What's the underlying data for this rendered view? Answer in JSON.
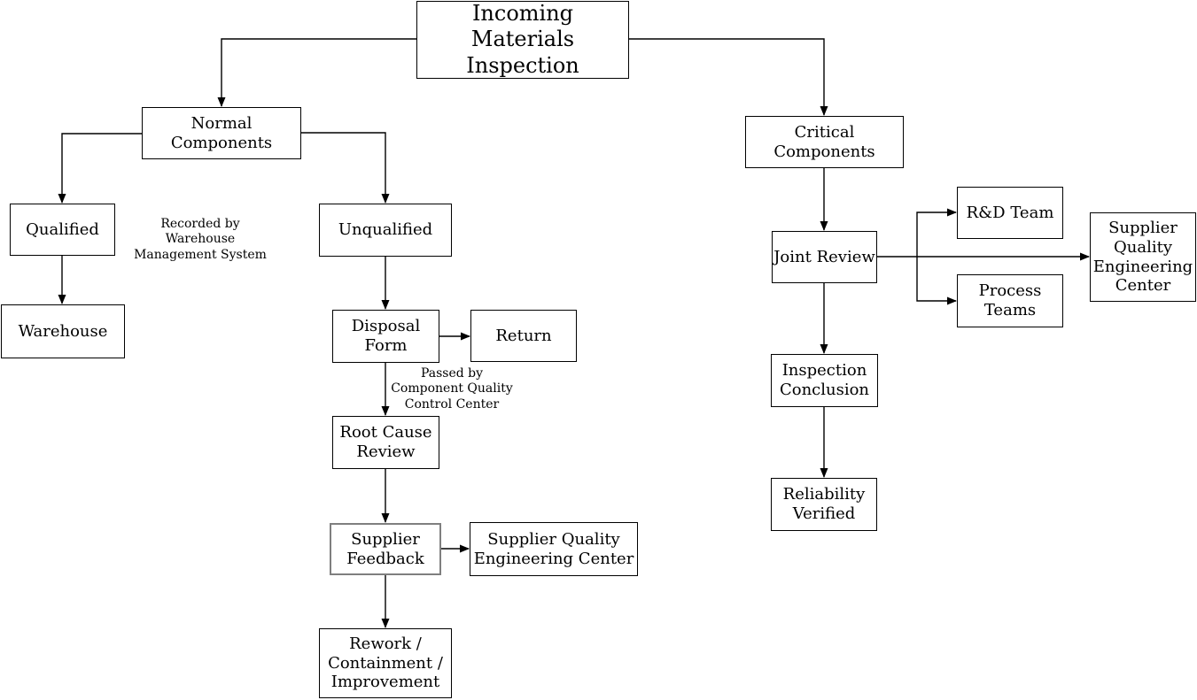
{
  "diagram": {
    "nodes": {
      "title": {
        "label": "Incoming\nMaterials Inspection"
      },
      "normal": {
        "label": "Normal Components"
      },
      "qualified": {
        "label": "Qualified"
      },
      "warehouse": {
        "label": "Warehouse"
      },
      "unqualified": {
        "label": "Unqualified"
      },
      "disposal": {
        "label": "Disposal\nForm"
      },
      "return": {
        "label": "Return"
      },
      "root_cause": {
        "label": "Root Cause\nReview"
      },
      "feedback": {
        "label": "Supplier\nFeedback"
      },
      "sqec_mid": {
        "label": "Supplier Quality\nEngineering Center"
      },
      "rework": {
        "label": "Rework /\nContainment /\nImprovement"
      },
      "critical": {
        "label": "Critical Components"
      },
      "joint": {
        "label": "Joint Review"
      },
      "rd_team": {
        "label": "R&D Team"
      },
      "process": {
        "label": "Process\nTeams"
      },
      "sqec_right": {
        "label": "Supplier\nQuality\nEngineering\nCenter"
      },
      "inspection": {
        "label": "Inspection\nConclusion"
      },
      "reliability": {
        "label": "Reliability\nVerified"
      }
    },
    "annotations": {
      "recorded_by": "Recorded by Warehouse\nManagement System",
      "passed_by": "Passed by\nComponent Quality\nControl Center"
    },
    "edges": [
      {
        "from": "title",
        "to": "normal"
      },
      {
        "from": "title",
        "to": "critical"
      },
      {
        "from": "normal",
        "to": "qualified"
      },
      {
        "from": "normal",
        "to": "unqualified"
      },
      {
        "from": "qualified",
        "to": "warehouse"
      },
      {
        "from": "unqualified",
        "to": "disposal"
      },
      {
        "from": "disposal",
        "to": "return"
      },
      {
        "from": "disposal",
        "to": "root_cause"
      },
      {
        "from": "root_cause",
        "to": "feedback"
      },
      {
        "from": "feedback",
        "to": "sqec_mid"
      },
      {
        "from": "feedback",
        "to": "rework"
      },
      {
        "from": "critical",
        "to": "joint"
      },
      {
        "from": "joint",
        "to": "rd_team"
      },
      {
        "from": "joint",
        "to": "process"
      },
      {
        "from": "joint",
        "to": "sqec_right"
      },
      {
        "from": "joint",
        "to": "inspection"
      },
      {
        "from": "inspection",
        "to": "reliability"
      }
    ],
    "colors": {
      "box_border": "#000000",
      "feedback_border": "#7f7f7f",
      "line": "#000000",
      "text": "#000000",
      "background": "#ffffff"
    }
  }
}
